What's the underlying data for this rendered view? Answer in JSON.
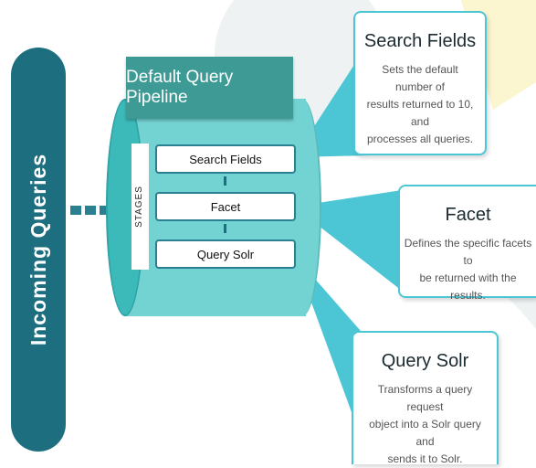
{
  "pipeline": {
    "incoming_label": "Incoming Queries",
    "title": "Default Query Pipeline",
    "stages_label": "STAGES",
    "stages": [
      {
        "label": "Search Fields"
      },
      {
        "label": "Facet"
      },
      {
        "label": "Query Solr"
      }
    ]
  },
  "callouts": [
    {
      "title": "Search Fields",
      "desc_lines": [
        "Sets the default number of",
        "results returned to 10, and",
        "processes all queries."
      ]
    },
    {
      "title": "Facet",
      "desc_lines": [
        "Defines the specific facets to",
        "be returned with the results."
      ]
    },
    {
      "title": "Query Solr",
      "desc_lines": [
        "Transforms a query request",
        "object into a Solr query and",
        "sends it to Solr."
      ]
    }
  ],
  "colors": {
    "dark_teal": "#1d6f80",
    "cylinder": "#73d2d2",
    "title_box": "#3e9a94",
    "callout_border": "#4cc6d5"
  }
}
